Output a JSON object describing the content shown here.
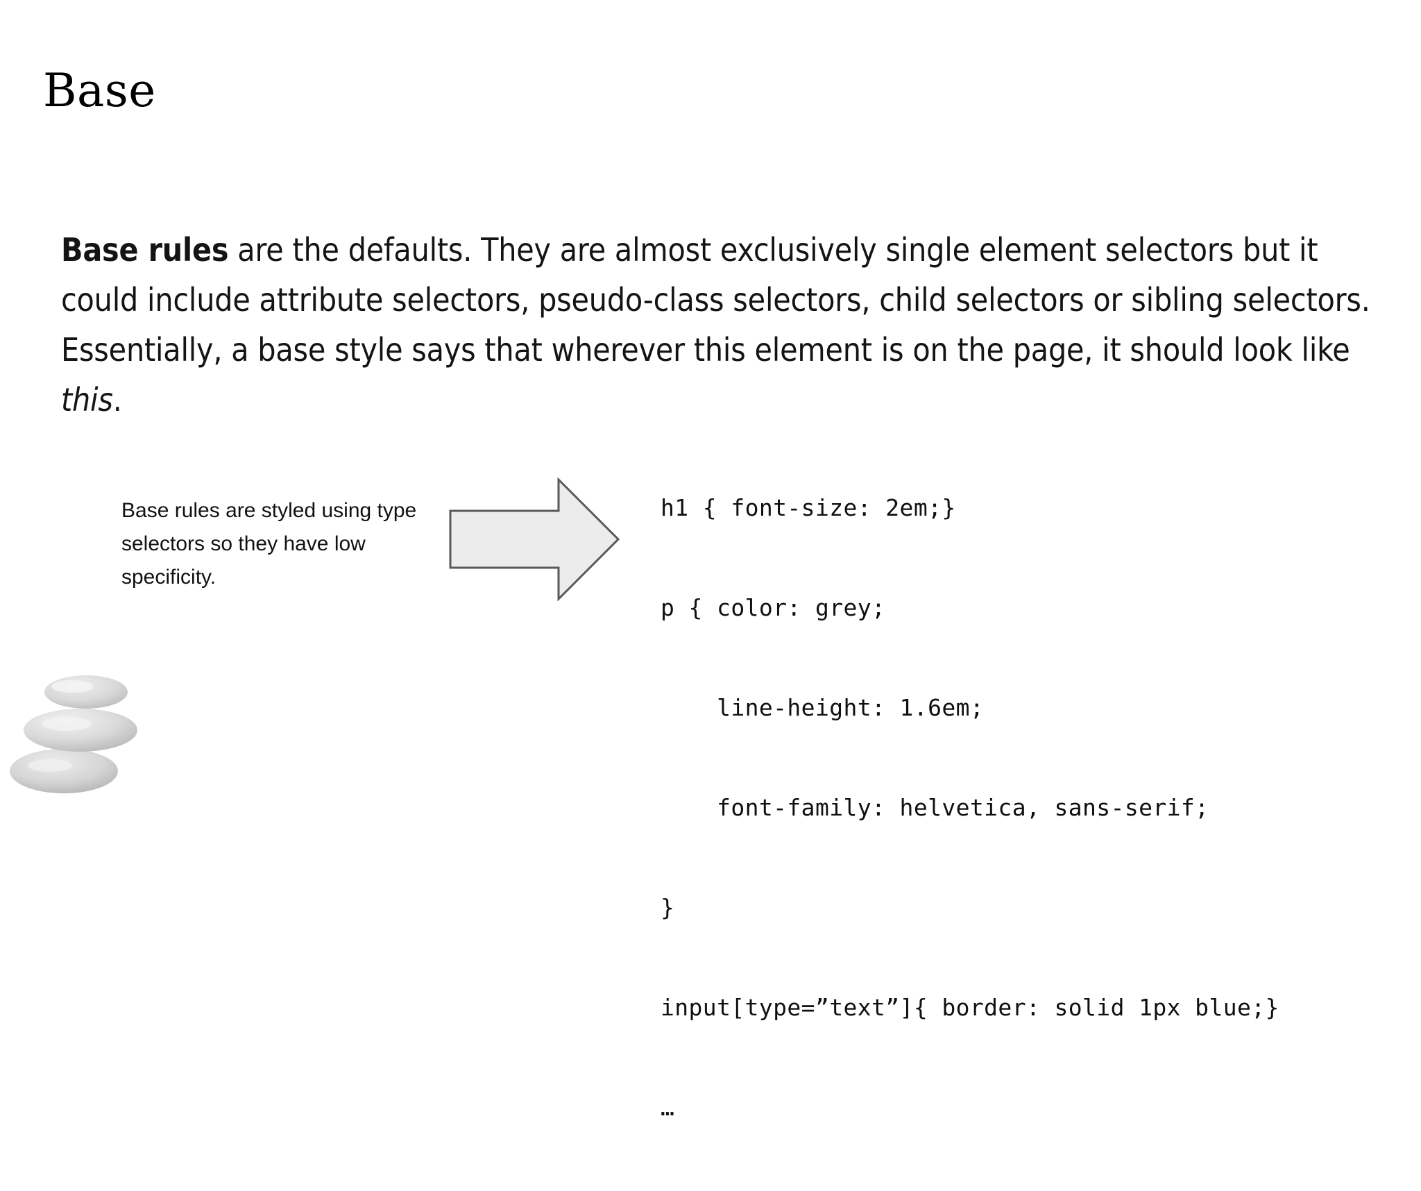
{
  "slide": {
    "title": "Base",
    "background_color": "#ffffff",
    "text_color": "#141414"
  },
  "body": {
    "lead_bold": "Base rules",
    "text_part_1": " are the defaults. They are almost exclusively single element selectors but it could include attribute selectors, pseudo-class selectors, child selectors or sibling selectors. Essentially, a base style says that wherever this element is on the page, it should look like ",
    "emphasis_italic": "this",
    "text_part_2": "."
  },
  "caption": {
    "text": "Base rules are styled using type selectors so they have low specificity."
  },
  "arrow": {
    "direction": "right",
    "fill_color": "#ececec",
    "stroke_color": "#595959"
  },
  "code": {
    "lines": [
      "h1 { font-size: 2em;}",
      "p { color: grey;",
      "    line-height: 1.6em;",
      "    font-family: helvetica, sans-serif;",
      "}",
      "input[type=”text”]{ border: solid 1px blue;}",
      "…"
    ]
  },
  "decoration": {
    "stones_label": "stacked-zen-stones",
    "stone_color": "#d0d0d0"
  }
}
